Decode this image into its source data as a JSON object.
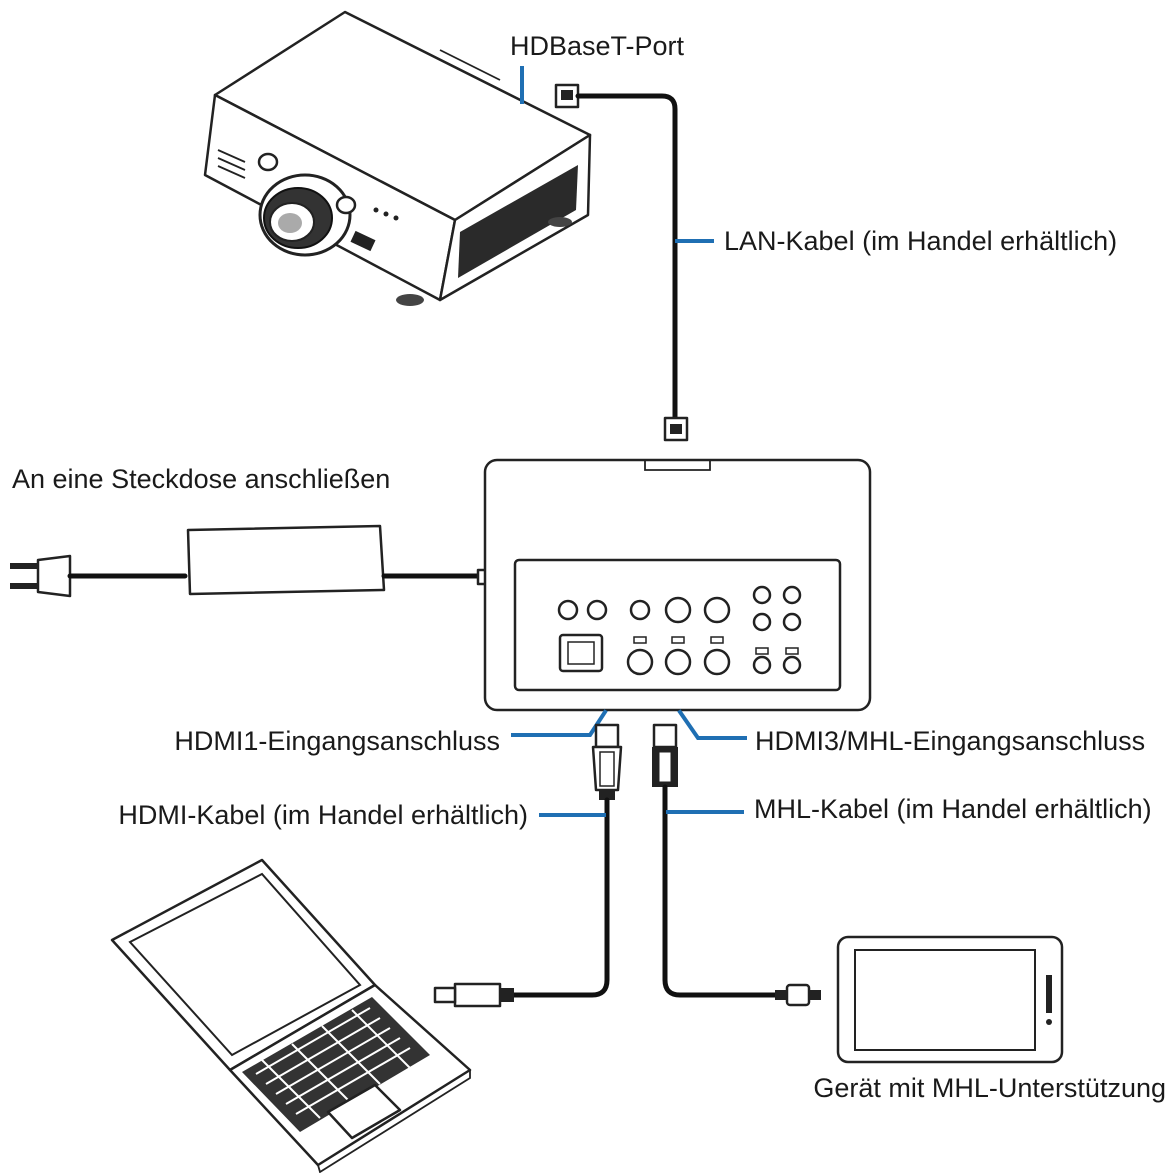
{
  "labels": {
    "hdbaset_port": "HDBaseT-Port",
    "lan_cable": "LAN-Kabel (im Handel erhältlich)",
    "power_outlet": "An eine Steckdose anschließen",
    "hdmi1_input": "HDMI1-Eingangsanschluss",
    "hdmi3_mhl_input": "HDMI3/MHL-Eingangsanschluss",
    "hdmi_cable": "HDMI-Kabel (im Handel erhältlich)",
    "mhl_cable": "MHL-Kabel (im Handel erhältlich)",
    "mhl_device": "Gerät mit MHL-Unterstützung"
  },
  "colors": {
    "leader_line": "#1f6fb3",
    "cable": "#111111",
    "outline": "#222222"
  }
}
